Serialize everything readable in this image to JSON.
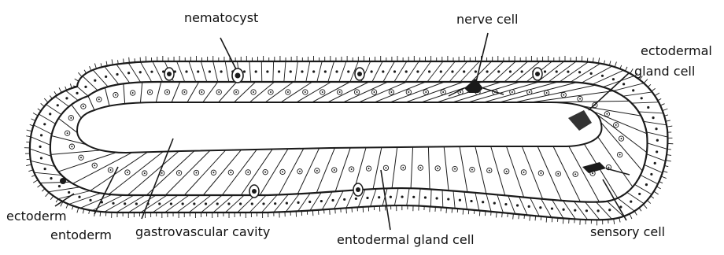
{
  "figure": {
    "labels": {
      "nematocyst": "nematocyst",
      "nerve_cell": "nerve cell",
      "ectodermal_gland_cell_line1": "ectodermal",
      "ectodermal_gland_cell_line2": "gland cell",
      "ectoderm": "ectoderm",
      "entoderm": "entoderm",
      "gastrovascular_cavity": "gastrovascular cavity",
      "entodermal_gland_cell": "entodermal gland cell",
      "sensory_cell": "sensory cell"
    },
    "colors": {
      "ink": "#1a1a1a",
      "cell_fill": "#ffffff",
      "background": "#ffffff"
    }
  }
}
